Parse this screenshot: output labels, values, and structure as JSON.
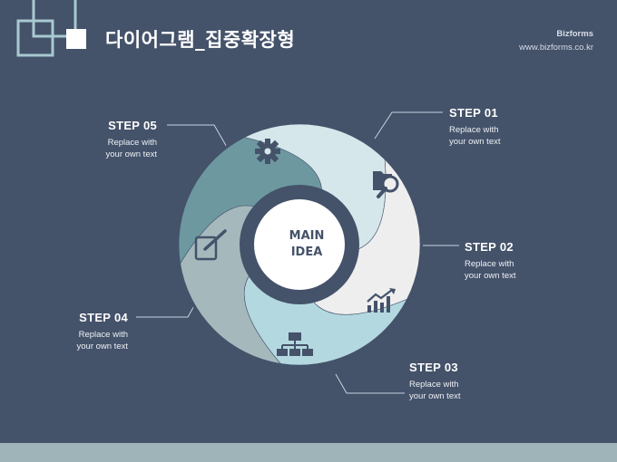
{
  "header": {
    "title": "다이어그램_집중확장형",
    "brand_name": "Bizforms",
    "brand_url": "www.bizforms.co.kr"
  },
  "diagram": {
    "center": {
      "line1": "MAIN",
      "line2": "IDEA"
    },
    "steps": [
      {
        "label": "STEP 01",
        "desc_line1": "Replace with",
        "desc_line2": "your own text",
        "icon": "search-folder-icon",
        "color": "#eeeeee"
      },
      {
        "label": "STEP 02",
        "desc_line1": "Replace with",
        "desc_line2": "your own text",
        "icon": "growth-chart-icon",
        "color": "#b3d8df"
      },
      {
        "label": "STEP 03",
        "desc_line1": "Replace with",
        "desc_line2": "your own text",
        "icon": "org-chart-icon",
        "color": "#a5b9bd"
      },
      {
        "label": "STEP 04",
        "desc_line1": "Replace with",
        "desc_line2": "your own text",
        "icon": "edit-icon",
        "color": "#6d98a0"
      },
      {
        "label": "STEP 05",
        "desc_line1": "Replace with",
        "desc_line2": "your own text",
        "icon": "gear-icon",
        "color": "#d6e7eb"
      }
    ]
  },
  "colors": {
    "background": "#44526a",
    "footer": "#9fb4b9",
    "ring": "#44526a",
    "center": "#ffffff"
  }
}
